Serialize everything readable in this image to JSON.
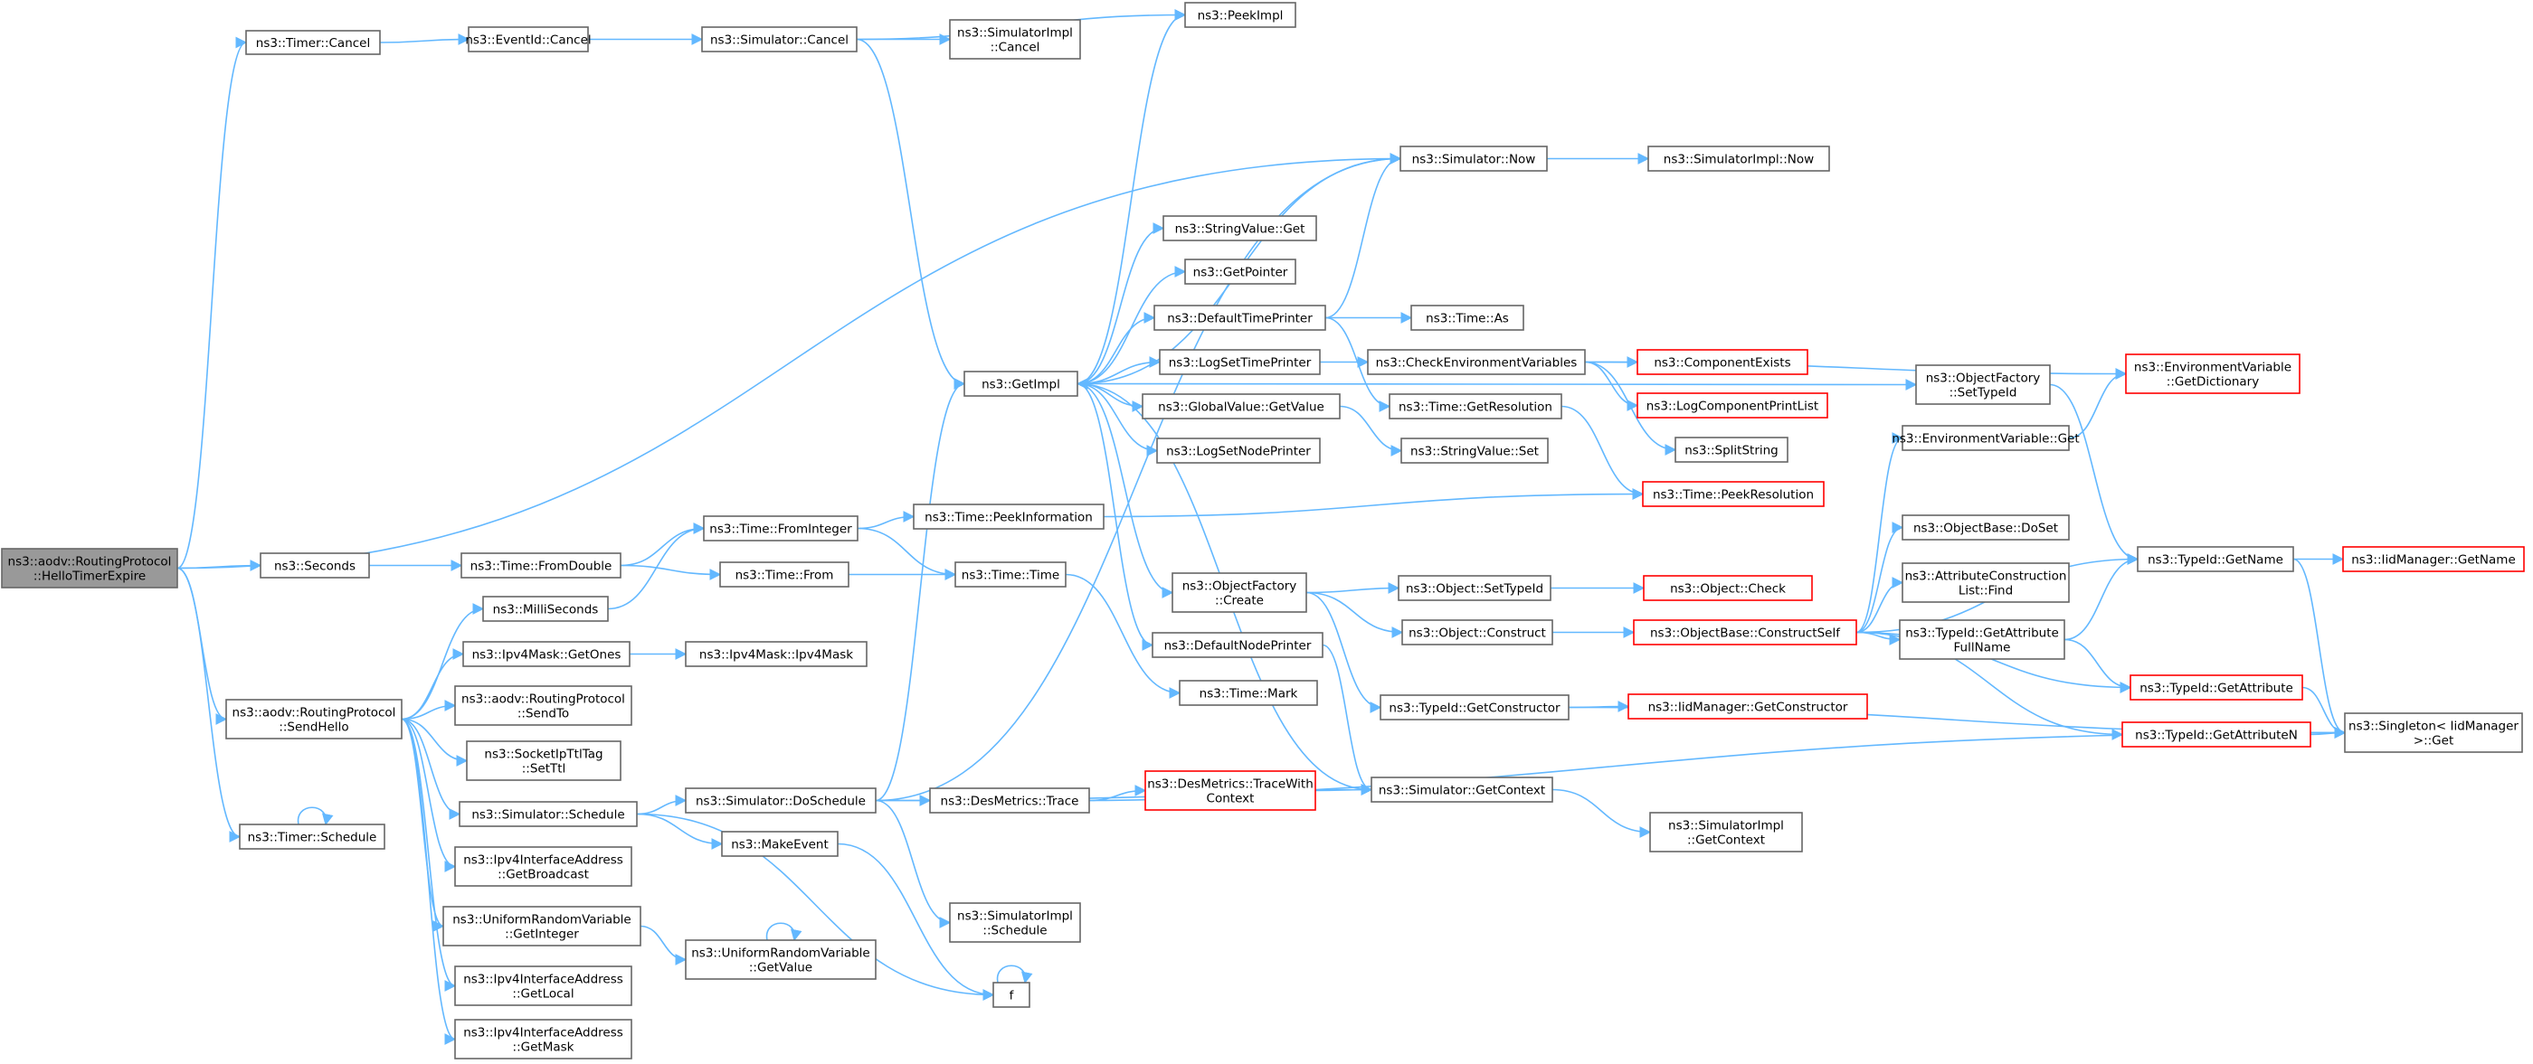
{
  "graph": {
    "nodes": [
      {
        "id": "root",
        "lines": [
          "ns3::aodv::RoutingProtocol",
          "::HelloTimerExpire"
        ],
        "style": "root"
      },
      {
        "id": "timer_cancel",
        "lines": [
          "ns3::Timer::Cancel"
        ]
      },
      {
        "id": "eventid_cancel",
        "lines": [
          "ns3::EventId::Cancel"
        ]
      },
      {
        "id": "sim_cancel",
        "lines": [
          "ns3::Simulator::Cancel"
        ]
      },
      {
        "id": "peekimpl",
        "lines": [
          "ns3::PeekImpl"
        ]
      },
      {
        "id": "simimpl_cancel",
        "lines": [
          "ns3::SimulatorImpl",
          "::Cancel"
        ]
      },
      {
        "id": "sim_now",
        "lines": [
          "ns3::Simulator::Now"
        ]
      },
      {
        "id": "simimpl_now",
        "lines": [
          "ns3::SimulatorImpl::Now"
        ]
      },
      {
        "id": "stringvalue_get",
        "lines": [
          "ns3::StringValue::Get"
        ]
      },
      {
        "id": "getpointer",
        "lines": [
          "ns3::GetPointer"
        ]
      },
      {
        "id": "defaulttimeprinter",
        "lines": [
          "ns3::DefaultTimePrinter"
        ]
      },
      {
        "id": "time_as",
        "lines": [
          "ns3::Time::As"
        ]
      },
      {
        "id": "logsettimeprinter",
        "lines": [
          "ns3::LogSetTimePrinter"
        ]
      },
      {
        "id": "checkenv",
        "lines": [
          "ns3::CheckEnvironmentVariables"
        ]
      },
      {
        "id": "componentexists",
        "lines": [
          "ns3::ComponentExists"
        ],
        "style": "trunc"
      },
      {
        "id": "envvar_getdict",
        "lines": [
          "ns3::EnvironmentVariable",
          "::GetDictionary"
        ],
        "style": "trunc"
      },
      {
        "id": "getimpl",
        "lines": [
          "ns3::GetImpl"
        ]
      },
      {
        "id": "logcomponentprintlist",
        "lines": [
          "ns3::LogComponentPrintList"
        ],
        "style": "trunc"
      },
      {
        "id": "globalvalue_getvalue",
        "lines": [
          "ns3::GlobalValue::GetValue"
        ]
      },
      {
        "id": "time_getresolution",
        "lines": [
          "ns3::Time::GetResolution"
        ]
      },
      {
        "id": "objectfactory_settypeid",
        "lines": [
          "ns3::ObjectFactory",
          "::SetTypeId"
        ]
      },
      {
        "id": "envvar_get",
        "lines": [
          "ns3::EnvironmentVariable::Get"
        ]
      },
      {
        "id": "splitstring",
        "lines": [
          "ns3::SplitString"
        ]
      },
      {
        "id": "logsetnodeprinter",
        "lines": [
          "ns3::LogSetNodePrinter"
        ]
      },
      {
        "id": "stringvalue_set",
        "lines": [
          "ns3::StringValue::Set"
        ]
      },
      {
        "id": "time_peekresolution",
        "lines": [
          "ns3::Time::PeekResolution"
        ],
        "style": "trunc"
      },
      {
        "id": "time_frominteger",
        "lines": [
          "ns3::Time::FromInteger"
        ]
      },
      {
        "id": "time_peekinformation",
        "lines": [
          "ns3::Time::PeekInformation"
        ]
      },
      {
        "id": "objectbase_doset",
        "lines": [
          "ns3::ObjectBase::DoSet"
        ]
      },
      {
        "id": "seconds",
        "lines": [
          "ns3::Seconds"
        ]
      },
      {
        "id": "time_fromdouble",
        "lines": [
          "ns3::Time::FromDouble"
        ]
      },
      {
        "id": "time_from",
        "lines": [
          "ns3::Time::From"
        ]
      },
      {
        "id": "time_time",
        "lines": [
          "ns3::Time::Time"
        ]
      },
      {
        "id": "typeid_getname",
        "lines": [
          "ns3::TypeId::GetName"
        ]
      },
      {
        "id": "iidmanager_getname",
        "lines": [
          "ns3::IidManager::GetName"
        ],
        "style": "trunc"
      },
      {
        "id": "attrconstr_find",
        "lines": [
          "ns3::AttributeConstruction",
          "List::Find"
        ]
      },
      {
        "id": "objectfactory_create",
        "lines": [
          "ns3::ObjectFactory",
          "::Create"
        ]
      },
      {
        "id": "object_settypeid",
        "lines": [
          "ns3::Object::SetTypeId"
        ]
      },
      {
        "id": "object_check",
        "lines": [
          "ns3::Object::Check"
        ],
        "style": "trunc"
      },
      {
        "id": "milliseconds",
        "lines": [
          "ns3::MilliSeconds"
        ]
      },
      {
        "id": "object_construct",
        "lines": [
          "ns3::Object::Construct"
        ]
      },
      {
        "id": "objectbase_constructself",
        "lines": [
          "ns3::ObjectBase::ConstructSelf"
        ],
        "style": "trunc"
      },
      {
        "id": "typeid_getattrfullname",
        "lines": [
          "ns3::TypeId::GetAttribute",
          "FullName"
        ]
      },
      {
        "id": "ipv4mask_getones",
        "lines": [
          "ns3::Ipv4Mask::GetOnes"
        ]
      },
      {
        "id": "ipv4mask_ipv4mask",
        "lines": [
          "ns3::Ipv4Mask::Ipv4Mask"
        ]
      },
      {
        "id": "defaultnodeprinter",
        "lines": [
          "ns3::DefaultNodePrinter"
        ]
      },
      {
        "id": "aodv_sendto",
        "lines": [
          "ns3::aodv::RoutingProtocol",
          "::SendTo"
        ]
      },
      {
        "id": "typeid_getconstructor",
        "lines": [
          "ns3::TypeId::GetConstructor"
        ]
      },
      {
        "id": "iidmanager_getconstructor",
        "lines": [
          "ns3::IidManager::GetConstructor"
        ],
        "style": "trunc"
      },
      {
        "id": "typeid_getattribute",
        "lines": [
          "ns3::TypeId::GetAttribute"
        ],
        "style": "trunc"
      },
      {
        "id": "aodv_sendhello",
        "lines": [
          "ns3::aodv::RoutingProtocol",
          "::SendHello"
        ]
      },
      {
        "id": "time_mark",
        "lines": [
          "ns3::Time::Mark"
        ]
      },
      {
        "id": "singleton_get",
        "lines": [
          "ns3::Singleton< IidManager",
          " >::Get"
        ]
      },
      {
        "id": "typeid_getattributen",
        "lines": [
          "ns3::TypeId::GetAttributeN"
        ],
        "style": "trunc"
      },
      {
        "id": "socketipttltag_setttl",
        "lines": [
          "ns3::SocketIpTtlTag",
          "::SetTtl"
        ]
      },
      {
        "id": "sim_doschedule",
        "lines": [
          "ns3::Simulator::DoSchedule"
        ]
      },
      {
        "id": "desmetrics_trace",
        "lines": [
          "ns3::DesMetrics::Trace"
        ]
      },
      {
        "id": "desmetrics_tracewithcontext",
        "lines": [
          "ns3::DesMetrics::TraceWith",
          "Context"
        ],
        "style": "trunc"
      },
      {
        "id": "sim_getcontext",
        "lines": [
          "ns3::Simulator::GetContext"
        ]
      },
      {
        "id": "sim_schedule",
        "lines": [
          "ns3::Simulator::Schedule"
        ]
      },
      {
        "id": "timer_schedule",
        "lines": [
          "ns3::Timer::Schedule"
        ]
      },
      {
        "id": "makeevent",
        "lines": [
          "ns3::MakeEvent"
        ]
      },
      {
        "id": "simimpl_getcontext",
        "lines": [
          "ns3::SimulatorImpl",
          "::GetContext"
        ]
      },
      {
        "id": "ipv4ifaddr_getbroadcast",
        "lines": [
          "ns3::Ipv4InterfaceAddress",
          "::GetBroadcast"
        ]
      },
      {
        "id": "simimpl_schedule",
        "lines": [
          "ns3::SimulatorImpl",
          "::Schedule"
        ]
      },
      {
        "id": "urv_getinteger",
        "lines": [
          "ns3::UniformRandomVariable",
          "::GetInteger"
        ]
      },
      {
        "id": "urv_getvalue",
        "lines": [
          "ns3::UniformRandomVariable",
          "::GetValue"
        ]
      },
      {
        "id": "f",
        "lines": [
          "f"
        ]
      },
      {
        "id": "ipv4ifaddr_getlocal",
        "lines": [
          "ns3::Ipv4InterfaceAddress",
          "::GetLocal"
        ]
      },
      {
        "id": "ipv4ifaddr_getmask",
        "lines": [
          "ns3::Ipv4InterfaceAddress",
          "::GetMask"
        ]
      }
    ],
    "colors": {
      "edge": "#63b8ff",
      "node_border": "#666666",
      "node_border_truncated": "#ff0000",
      "root_fill": "#999999",
      "node_fill": "#ffffff"
    }
  }
}
